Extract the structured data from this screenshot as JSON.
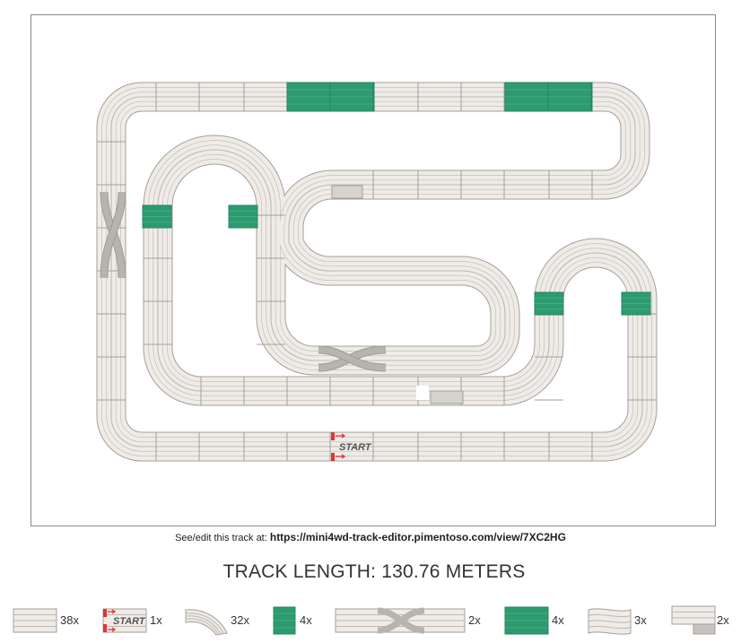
{
  "credit": {
    "prefix": "See/edit this track at:",
    "url": "https://mini4wd-track-editor.pimentoso.com/view/7XC2HG"
  },
  "length": {
    "text": "TRACK LENGTH: 130.76 METERS"
  },
  "start_label": "START",
  "colors": {
    "track_fill": "#efebe7",
    "track_border": "#a39f9b",
    "lane_line": "#bdb8b3",
    "slope": "#2e9a70",
    "slope_dark": "#24855f",
    "lane_change": "#b7b3ae",
    "start_red": "#e13434"
  },
  "legend": [
    {
      "piece": "straight",
      "count": "38x"
    },
    {
      "piece": "start",
      "count": "1x"
    },
    {
      "piece": "curve",
      "count": "32x"
    },
    {
      "piece": "slope",
      "count": "4x"
    },
    {
      "piece": "lane-change",
      "count": "2x"
    },
    {
      "piece": "slope-long",
      "count": "4x"
    },
    {
      "piece": "wave",
      "count": "3x"
    },
    {
      "piece": "half-straight",
      "count": "2x"
    }
  ]
}
